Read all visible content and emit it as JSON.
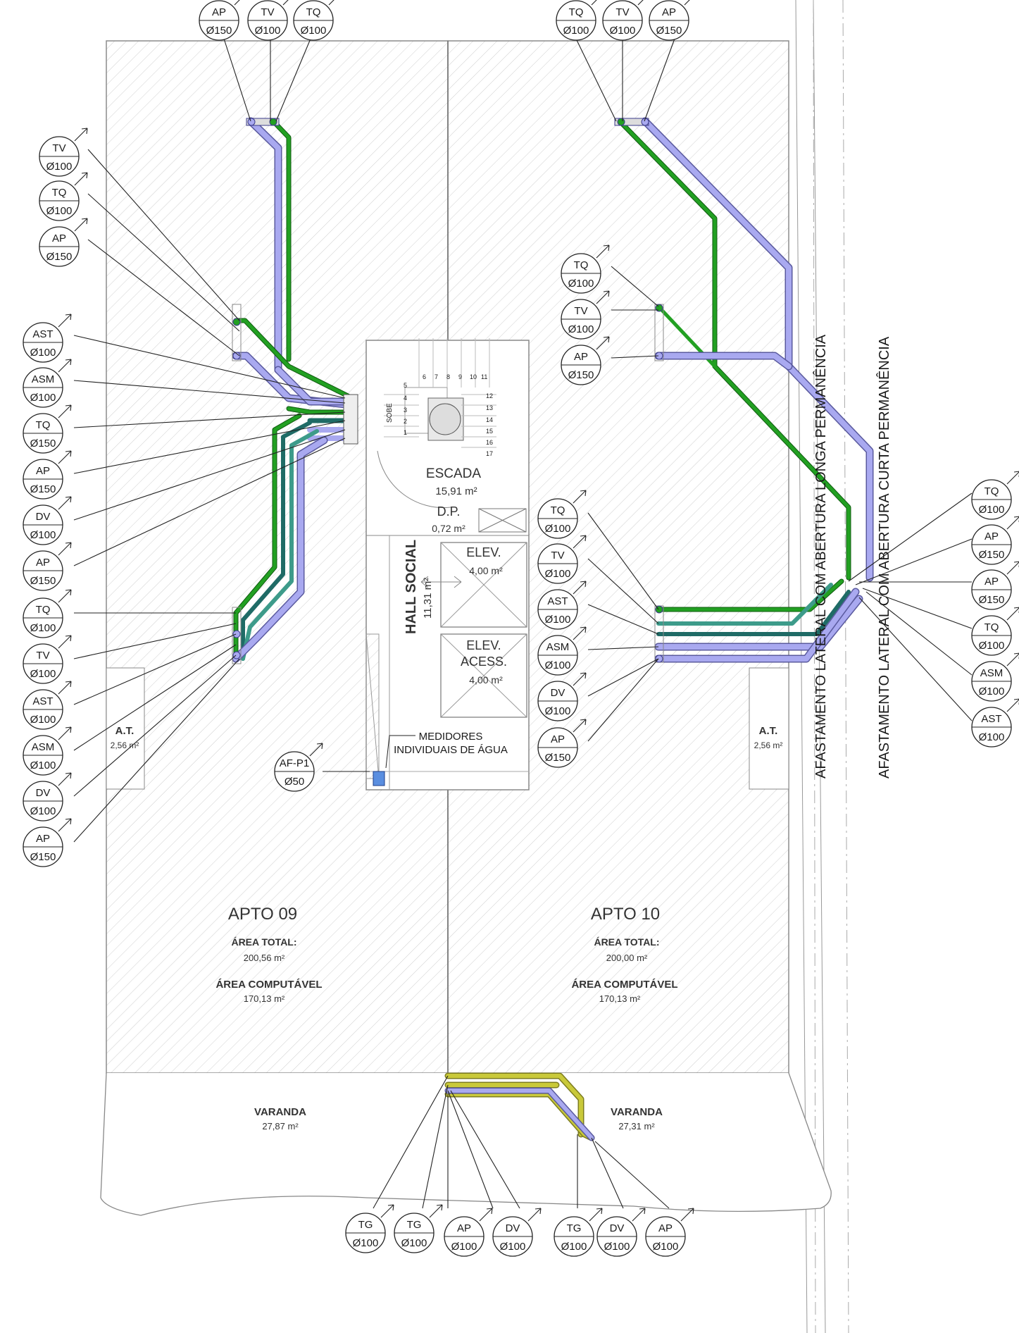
{
  "colors": {
    "green": "#22a022",
    "lilac": "#a9a9f0",
    "teal": "#3d9b8a",
    "darkteal": "#1f6b66",
    "yellow": "#c9c93a",
    "hatch": "#c8c8c8",
    "wall": "#8c8c8c"
  },
  "rooms": {
    "escada": {
      "name": "ESCADA",
      "area": "15,91 m²"
    },
    "dp": {
      "name": "D.P.",
      "area": "0,72 m²"
    },
    "elev": {
      "name": "ELEV.",
      "area": "4,00 m²"
    },
    "elev_acess": {
      "name1": "ELEV.",
      "name2": "ACESS.",
      "area": "4,00 m²"
    },
    "hall": {
      "name": "HALL SOCIAL",
      "area": "11,31 m²"
    },
    "at_left": {
      "name": "A.T.",
      "area": "2,56 m²"
    },
    "at_right": {
      "name": "A.T.",
      "area": "2,56 m²"
    },
    "apto09": {
      "name": "APTO 09",
      "total_label": "ÁREA TOTAL:",
      "total": "200,56 m²",
      "comp_label": "ÁREA COMPUTÁVEL",
      "comp": "170,13 m²"
    },
    "apto10": {
      "name": "APTO 10",
      "total_label": "ÁREA TOTAL:",
      "total": "200,00 m²",
      "comp_label": "ÁREA COMPUTÁVEL",
      "comp": "170,13 m²"
    },
    "varanda_left": {
      "name": "VARANDA",
      "area": "27,87 m²"
    },
    "varanda_right": {
      "name": "VARANDA",
      "area": "27,31 m²"
    }
  },
  "stair": {
    "sobe": "SOBE",
    "steps": [
      "1",
      "2",
      "3",
      "4",
      "5",
      "6",
      "7",
      "8",
      "9",
      "10",
      "11",
      "12",
      "13",
      "14",
      "15",
      "16",
      "17"
    ]
  },
  "notes": {
    "medidores_1": "MEDIDORES",
    "medidores_2": "INDIVIDUAIS DE ÁGUA",
    "afast_longa": "AFASTAMENTO LATERAL COM ABERTURA LONGA PERMANÊNCIA",
    "afast_curta": "AFASTAMENTO LATERAL COM ABERTURA CURTA PERMANÊNCIA"
  },
  "tags": [
    {
      "top": "AP",
      "bot": "Ø150"
    },
    {
      "top": "TV",
      "bot": "Ø100"
    },
    {
      "top": "TQ",
      "bot": "Ø100"
    },
    {
      "top": "TQ",
      "bot": "Ø100"
    },
    {
      "top": "TV",
      "bot": "Ø100"
    },
    {
      "top": "AP",
      "bot": "Ø150"
    },
    {
      "top": "TV",
      "bot": "Ø100"
    },
    {
      "top": "TQ",
      "bot": "Ø100"
    },
    {
      "top": "AP",
      "bot": "Ø150"
    },
    {
      "top": "AST",
      "bot": "Ø100"
    },
    {
      "top": "ASM",
      "bot": "Ø100"
    },
    {
      "top": "TQ",
      "bot": "Ø150"
    },
    {
      "top": "AP",
      "bot": "Ø150"
    },
    {
      "top": "DV",
      "bot": "Ø100"
    },
    {
      "top": "AP",
      "bot": "Ø150"
    },
    {
      "top": "TQ",
      "bot": "Ø100"
    },
    {
      "top": "TV",
      "bot": "Ø100"
    },
    {
      "top": "AST",
      "bot": "Ø100"
    },
    {
      "top": "ASM",
      "bot": "Ø100"
    },
    {
      "top": "DV",
      "bot": "Ø100"
    },
    {
      "top": "AP",
      "bot": "Ø150"
    },
    {
      "top": "AF-P1",
      "bot": "Ø50"
    },
    {
      "top": "TQ",
      "bot": "Ø100"
    },
    {
      "top": "TV",
      "bot": "Ø100"
    },
    {
      "top": "AP",
      "bot": "Ø150"
    },
    {
      "top": "TQ",
      "bot": "Ø100"
    },
    {
      "top": "TV",
      "bot": "Ø100"
    },
    {
      "top": "AST",
      "bot": "Ø100"
    },
    {
      "top": "ASM",
      "bot": "Ø100"
    },
    {
      "top": "DV",
      "bot": "Ø100"
    },
    {
      "top": "AP",
      "bot": "Ø150"
    },
    {
      "top": "TQ",
      "bot": "Ø100"
    },
    {
      "top": "AP",
      "bot": "Ø150"
    },
    {
      "top": "AP",
      "bot": "Ø150"
    },
    {
      "top": "TQ",
      "bot": "Ø100"
    },
    {
      "top": "ASM",
      "bot": "Ø100"
    },
    {
      "top": "AST",
      "bot": "Ø100"
    },
    {
      "top": "TG",
      "bot": "Ø100"
    },
    {
      "top": "TG",
      "bot": "Ø100"
    },
    {
      "top": "AP",
      "bot": "Ø100"
    },
    {
      "top": "DV",
      "bot": "Ø100"
    },
    {
      "top": "TG",
      "bot": "Ø100"
    },
    {
      "top": "DV",
      "bot": "Ø100"
    },
    {
      "top": "AP",
      "bot": "Ø100"
    }
  ]
}
